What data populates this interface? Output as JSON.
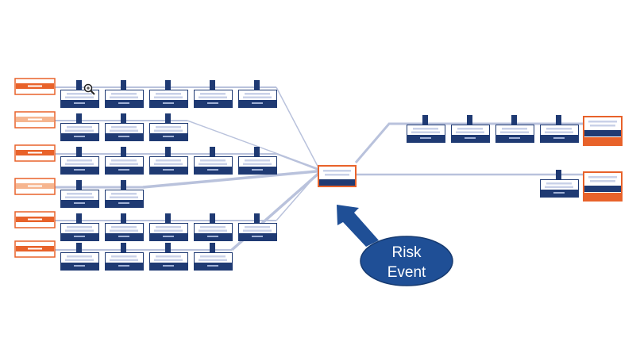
{
  "colors": {
    "orange": "#e8622a",
    "orange_light": "#f6b58f",
    "navy": "#1f3a73",
    "line": "#b9c2dc",
    "bar": "#c9d1e8",
    "callout_fill": "#1f4f96",
    "callout_stroke": "#163a70"
  },
  "icons": {
    "magnifier": "zoom-in-icon"
  },
  "diagram": {
    "left_branches": [
      {
        "source": "cause-1",
        "node_count": 5
      },
      {
        "source": "cause-2",
        "node_count": 3
      },
      {
        "source": "cause-3",
        "node_count": 5
      },
      {
        "source": "cause-4",
        "node_count": 2
      },
      {
        "source": "cause-5",
        "node_count": 5
      },
      {
        "source": "cause-6",
        "node_count": 4
      }
    ],
    "right_branches": [
      {
        "target": "consequence-1",
        "node_count": 4
      },
      {
        "target": "consequence-2",
        "node_count": 1
      }
    ],
    "center": "risk-event"
  },
  "callout": {
    "line1": "Risk",
    "line2": "Event"
  }
}
